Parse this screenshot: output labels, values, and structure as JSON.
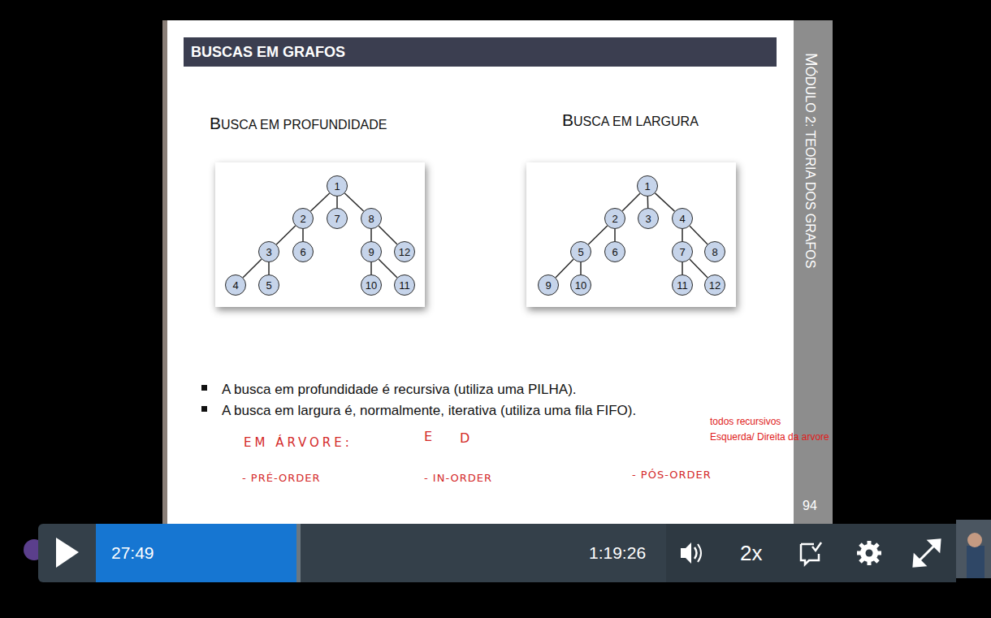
{
  "diagram": {
    "title": "BUSCAS EM GRAFOS",
    "nodes": [
      {
        "text": [
          "BUSCAS EM GRAFOS"
        ]
      },
      {
        "text": [
          "BUSCA EM PROFUNDIDADE"
        ]
      },
      {
        "text": [
          "1"
        ],
        "in": 1
      },
      {
        "text": [
          "2"
        ],
        "in": 1
      },
      {
        "text": [
          "7"
        ],
        "in": 1
      },
      {
        "text": [
          "8"
        ],
        "in": 1
      },
      {
        "text": [
          "3"
        ],
        "in": 1
      },
      {
        "text": [
          "6"
        ],
        "in": 1
      },
      {
        "text": [
          "9"
        ],
        "in": 1
      },
      {
        "text": [
          "12"
        ],
        "in": 1
      },
      {
        "text": [
          "4"
        ],
        "in": 1
      },
      {
        "text": [
          "5"
        ],
        "in": 1
      },
      {
        "text": [
          "10"
        ],
        "in": 1
      },
      {
        "text": [
          "11"
        ],
        "in": 1
      },
      {
        "text": [
          "BUSCA EM LARGURA"
        ]
      },
      {
        "text": [
          "1"
        ],
        "in": 14
      },
      {
        "text": [
          "2"
        ],
        "in": 14
      },
      {
        "text": [
          "3"
        ],
        "in": 14
      },
      {
        "text": [
          "4"
        ],
        "in": 14
      },
      {
        "text": [
          "5"
        ],
        "in": 14
      },
      {
        "text": [
          "6"
        ],
        "in": 14
      },
      {
        "text": [
          "7"
        ],
        "in": 14
      },
      {
        "text": [
          "8"
        ],
        "in": 14
      },
      {
        "text": [
          "9"
        ],
        "in": 14
      },
      {
        "text": [
          "10"
        ],
        "in": 14
      },
      {
        "text": [
          "11"
        ],
        "in": 14
      },
      {
        "text": [
          "12"
        ],
        "in": 14
      },
      {
        "text": [
          "MÓDULO 2: TEORIA DOS GRAFOS"
        ]
      }
    ],
    "edges": [
      {
        "from": 2,
        "to": 3,
        "arrow": "none"
      },
      {
        "from": 2,
        "to": 4,
        "arrow": "none"
      },
      {
        "from": 2,
        "to": 5,
        "arrow": "none"
      },
      {
        "from": 3,
        "to": 6,
        "arrow": "none"
      },
      {
        "from": 3,
        "to": 7,
        "arrow": "none"
      },
      {
        "from": 5,
        "to": 8,
        "arrow": "none"
      },
      {
        "from": 5,
        "to": 9,
        "arrow": "none"
      },
      {
        "from": 6,
        "to": 10,
        "arrow": "none"
      },
      {
        "from": 6,
        "to": 11,
        "arrow": "none"
      },
      {
        "from": 8,
        "to": 12,
        "arrow": "none"
      },
      {
        "from": 8,
        "to": 13,
        "arrow": "none"
      },
      {
        "from": 15,
        "to": 16,
        "arrow": "none"
      },
      {
        "from": 15,
        "to": 17,
        "arrow": "none"
      },
      {
        "from": 15,
        "to": 18,
        "arrow": "none"
      },
      {
        "from": 16,
        "to": 19,
        "arrow": "none"
      },
      {
        "from": 16,
        "to": 20,
        "arrow": "none"
      },
      {
        "from": 18,
        "to": 21,
        "arrow": "none"
      },
      {
        "from": 18,
        "to": 22,
        "arrow": "none"
      },
      {
        "from": 19,
        "to": 23,
        "arrow": "none"
      },
      {
        "from": 19,
        "to": 24,
        "arrow": "none"
      },
      {
        "from": 21,
        "to": 25,
        "arrow": "none"
      },
      {
        "from": 21,
        "to": 26,
        "arrow": "none"
      }
    ],
    "labels": [
      "A busca em profundidade é recursiva (utiliza uma PILHA).",
      "A busca em largura é, normalmente, iterativa (utiliza uma fila FIFO).",
      "todos recursivos",
      "Esquerda/ Direita da arvore",
      "EM ÁRVORE:",
      "E",
      "D",
      "- PRÉ-ORDER",
      "- IN-ORDER",
      "- PÓS-ORDER",
      "94",
      "27:49",
      "1:19:26",
      "2x"
    ]
  }
}
